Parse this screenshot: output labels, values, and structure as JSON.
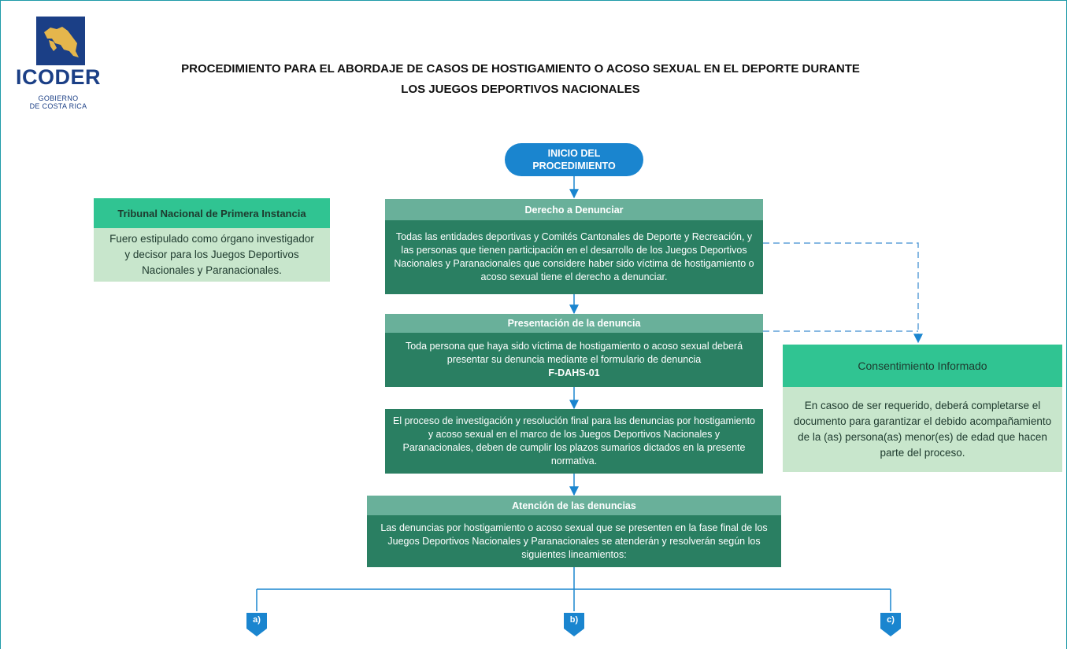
{
  "logo": {
    "name": "ICODER",
    "subtitle_line1": "GOBIERNO",
    "subtitle_line2": "DE COSTA RICA",
    "colors": {
      "blue": "#1b3f86",
      "gold": "#e5b64c"
    }
  },
  "title": {
    "line1": "PROCEDIMIENTO PARA EL ABORDAJE DE CASOS DE HOSTIGAMIENTO O ACOSO SEXUAL EN EL DEPORTE DURANTE",
    "line2": "LOS JUEGOS DEPORTIVOS NACIONALES"
  },
  "flow": {
    "start": "INICIO DEL PROCEDIMIENTO",
    "derecho": {
      "title": "Derecho a Denunciar",
      "text": "Todas las entidades deportivas y Comités Cantonales de Deporte y Recreación, y las personas que tienen participación en el desarrollo de los Juegos Deportivos Nacionales y Paranacionales que considere haber sido víctima de hostigamiento o acoso sexual tiene el derecho a denunciar."
    },
    "presentacion": {
      "title": "Presentación de la denuncia",
      "text": "Toda persona que haya sido víctima de hostigamiento o acoso sexual deberá presentar su denuncia mediante el formulario de denuncia",
      "form_code": "F-DAHS-01"
    },
    "proceso": {
      "text": "El proceso de investigación y resolución final para las denuncias por hostigamiento y acoso sexual en el marco de los Juegos Deportivos Nacionales y Paranacionales, deben de cumplir los plazos sumarios dictados en la presente normativa."
    },
    "atencion": {
      "title": "Atención de las denuncias",
      "text": "Las denuncias por hostigamiento o acoso sexual que se presenten en la fase final de los Juegos Deportivos Nacionales y Paranacionales se atenderán y resolverán según los siguientes lineamientos:"
    },
    "branches": [
      "a)",
      "b)",
      "c)"
    ]
  },
  "tribunal": {
    "title": "Tribunal Nacional de Primera Instancia",
    "text": "Fuero estipulado como órgano investigador y decisor para los Juegos Deportivos Nacionales y Paranacionales."
  },
  "consentimiento": {
    "title": "Consentimiento Informado",
    "text": "En casoo de ser requerido, deberá completarse el documento para garantizar el debido acompañamiento de la (as) persona(as) menor(es) de edad que hacen parte del proceso."
  },
  "colors": {
    "header_green": "#69b09a",
    "body_green": "#2a7f62",
    "side_header": "#30c492",
    "side_body": "#c8e6cc",
    "flow_blue": "#1a85cf",
    "border": "#1f9aa8"
  }
}
